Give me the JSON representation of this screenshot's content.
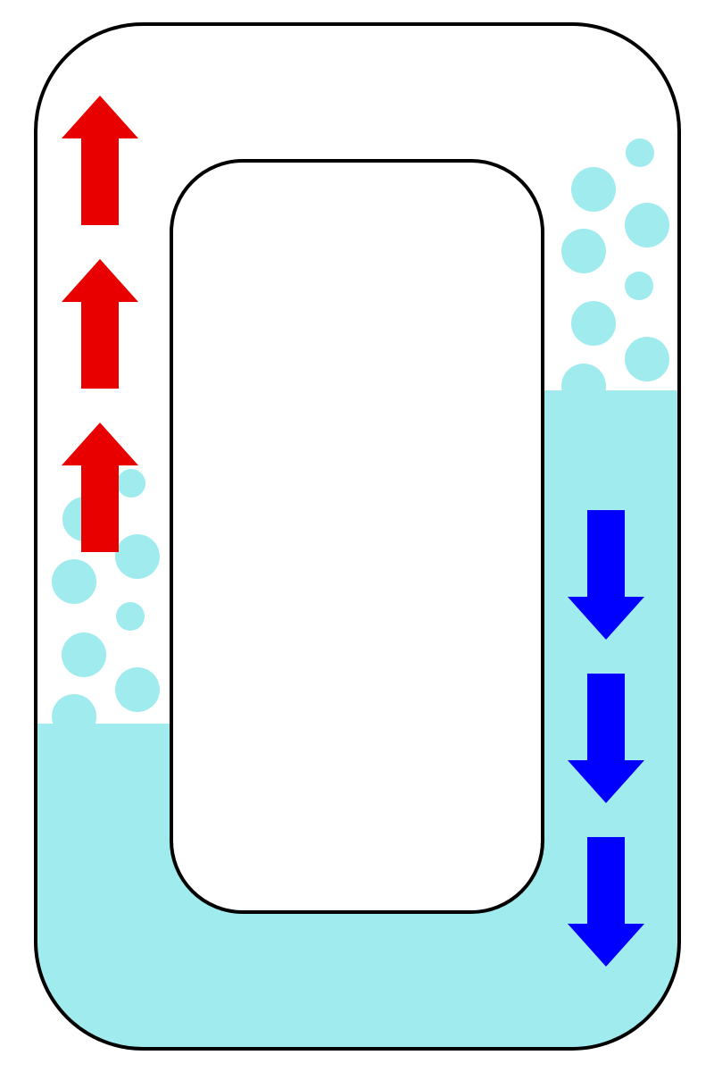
{
  "diagram": {
    "colors": {
      "background": "#ffffff",
      "outline": "#000000",
      "water": "#a0ebee",
      "bubble": "#a0ebee",
      "arrow_up": "#e80000",
      "arrow_down": "#0000ff"
    },
    "left_column": {
      "arrow_direction": "up",
      "arrow_count": 3,
      "bubble_count": 9
    },
    "right_column": {
      "arrow_direction": "down",
      "arrow_count": 3,
      "bubble_count": 9
    }
  }
}
